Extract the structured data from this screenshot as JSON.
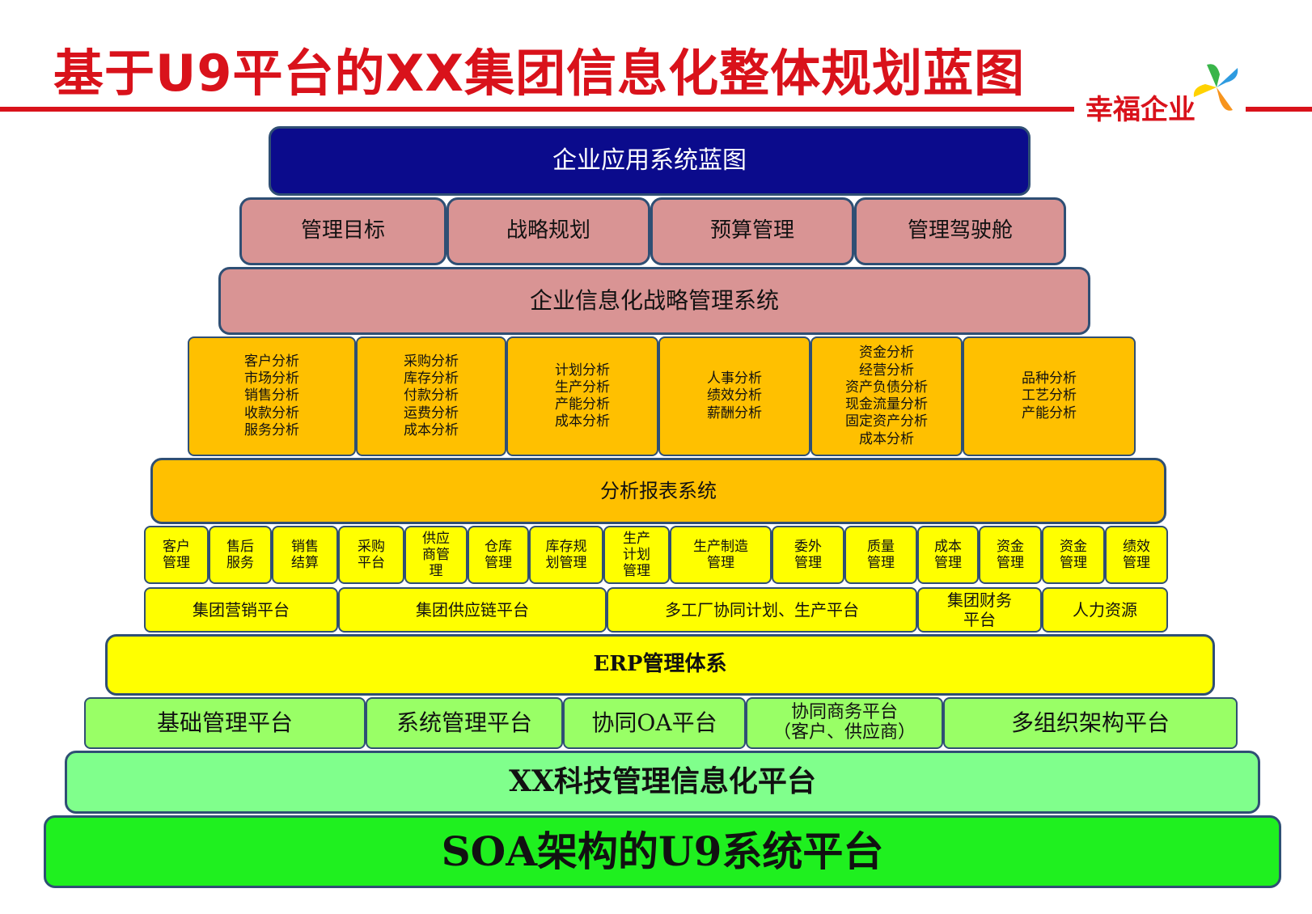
{
  "header": {
    "title": "基于U9平台的XX集团信息化整体规划蓝图",
    "brand": "幸福企业",
    "colors": {
      "title": "#d9121b",
      "rule": "#d9121b"
    }
  },
  "diagram": {
    "blueprint": "企业应用系统蓝图",
    "management": [
      "管理目标",
      "战略规划",
      "预算管理",
      "管理驾驶舱"
    ],
    "strategy_system": "企业信息化战略管理系统",
    "analysis_groups": [
      [
        "客户分析",
        "市场分析",
        "销售分析",
        "收款分析",
        "服务分析"
      ],
      [
        "采购分析",
        "库存分析",
        "付款分析",
        "运费分析",
        "成本分析"
      ],
      [
        "计划分析",
        "生产分析",
        "产能分析",
        "成本分析"
      ],
      [
        "人事分析",
        "绩效分析",
        "薪酬分析"
      ],
      [
        "资金分析",
        "经营分析",
        "资产负债分析",
        "现金流量分析",
        "固定资产分析",
        "成本分析"
      ],
      [
        "品种分析",
        "工艺分析",
        "产能分析"
      ]
    ],
    "report_system": "分析报表系统",
    "modules": [
      [
        "客户",
        "管理"
      ],
      [
        "售后",
        "服务"
      ],
      [
        "销售",
        "结算"
      ],
      [
        "采购",
        "平台"
      ],
      [
        "供应",
        "商管",
        "理"
      ],
      [
        "仓库",
        "管理"
      ],
      [
        "库存规",
        "划管理"
      ],
      [
        "生产",
        "计划",
        "管理"
      ],
      [
        "生产制造",
        "管理"
      ],
      [
        "委外",
        "管理"
      ],
      [
        "质量",
        "管理"
      ],
      [
        "成本",
        "管理"
      ],
      [
        "资金",
        "管理"
      ],
      [
        "资金",
        "管理"
      ],
      [
        "绩效",
        "管理"
      ]
    ],
    "platforms": [
      [
        "集团营销平台"
      ],
      [
        "集团供应链平台"
      ],
      [
        "多工厂协同计划、生产平台"
      ],
      [
        "集团财务",
        "平台"
      ],
      [
        "人力资源"
      ]
    ],
    "erp": "ERP管理体系",
    "base_platforms": [
      [
        "基础管理平台"
      ],
      [
        "系统管理平台"
      ],
      [
        "协同OA平台"
      ],
      [
        "协同商务平台",
        "（客户、供应商）"
      ],
      [
        "多组织架构平台"
      ]
    ],
    "tech_platform": "XX科技管理信息化平台",
    "soa": "SOA架构的U9系统平台",
    "colors": {
      "navy": "#0b0b8c",
      "pink": "#d99494",
      "orange": "#ffc000",
      "yellow": "#ffff00",
      "light_green": "#99ff66",
      "mint": "#80ff8c",
      "green": "#1ff01f",
      "border": "#2f4f74"
    }
  }
}
